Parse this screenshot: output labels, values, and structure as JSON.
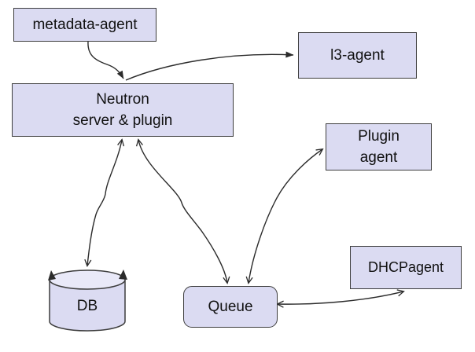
{
  "diagram": {
    "colors": {
      "background": "#ffffff",
      "node_fill": "#dbdbf2",
      "cylinder_top_fill": "#e9e9f8",
      "node_border": "#3d3d3d",
      "connector": "#2b2b2b",
      "text": "#111111"
    },
    "nodes": {
      "metadata_agent": {
        "label": "metadata-agent"
      },
      "l3_agent": {
        "label": "l3-agent"
      },
      "neutron_server": {
        "lines": [
          "Neutron",
          "server & plugin"
        ]
      },
      "plugin_agent": {
        "lines": [
          "Plugin",
          "agent"
        ]
      },
      "dhcp_agent": {
        "label": "DHCPagent"
      },
      "db": {
        "label": "DB"
      },
      "queue": {
        "label": "Queue"
      }
    },
    "edges": [
      {
        "from": "metadata-agent",
        "to": "neutron-server",
        "arrows": "end",
        "head": "filled"
      },
      {
        "from": "neutron-server",
        "to": "l3-agent",
        "arrows": "end",
        "head": "filled"
      },
      {
        "from": "neutron-server",
        "to": "db",
        "arrows": "both",
        "head": "open"
      },
      {
        "from": "neutron-server",
        "to": "queue",
        "arrows": "both",
        "head": "open"
      },
      {
        "from": "queue",
        "to": "plugin-agent",
        "arrows": "both",
        "head": "open"
      },
      {
        "from": "queue",
        "to": "dhcp-agent",
        "arrows": "both",
        "head": "open"
      }
    ]
  }
}
